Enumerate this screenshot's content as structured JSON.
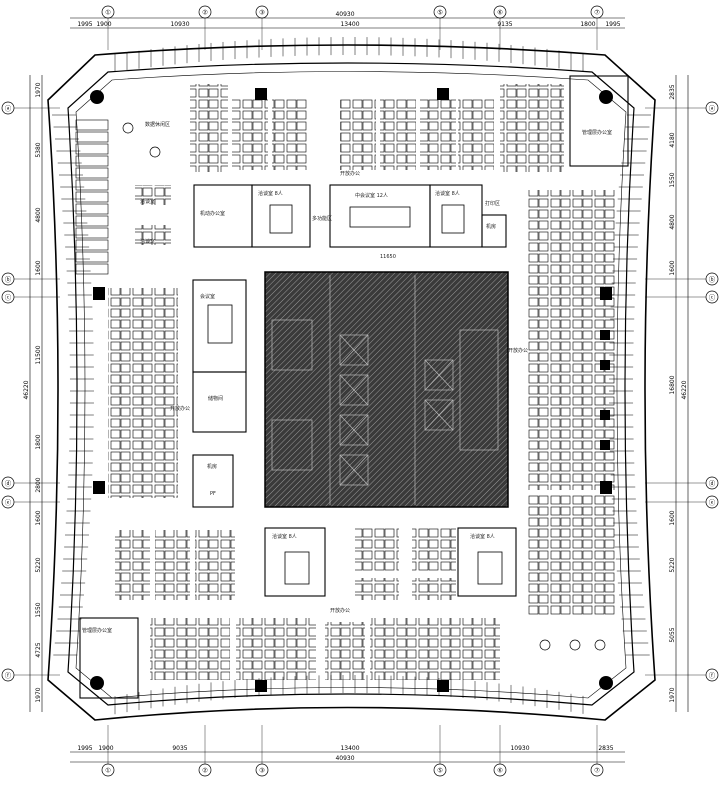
{
  "axes": {
    "top": [
      "①",
      "②",
      "③",
      "⑤",
      "⑥",
      "⑦"
    ],
    "bottom": [
      "①",
      "②",
      "③",
      "⑤",
      "⑥",
      "⑦"
    ],
    "left": [
      "ⓐ",
      "ⓑ",
      "ⓒ",
      "ⓓ",
      "ⓔ",
      "ⓕ"
    ],
    "right": [
      "ⓐ",
      "ⓑ",
      "ⓒ",
      "ⓓ",
      "ⓔ",
      "ⓕ"
    ]
  },
  "dimensions": {
    "top_total": "40930",
    "top_parts": [
      "1995",
      "1900",
      "10930",
      "13400",
      "9135",
      "1800",
      "1995"
    ],
    "bottom_total": "40930",
    "bottom_parts": [
      "1995",
      "1900",
      "9035",
      "13400",
      "10930",
      "2835"
    ],
    "left_total": "46220",
    "left_parts": [
      "1970",
      "5380",
      "4800",
      "1600",
      "11500",
      "1800",
      "2800",
      "1600",
      "5220",
      "1550",
      "4725",
      "1970"
    ],
    "right_total": "46220",
    "right_parts": [
      "2835",
      "4180",
      "1550",
      "4800",
      "1600",
      "16800",
      "1600",
      "5220",
      "5055",
      "1970"
    ]
  },
  "room_labels": {
    "pantry": "数据休闲区",
    "meeting_left": "洽谈室",
    "meeting_left2": "洽谈室",
    "office_room": "机动办公室",
    "meeting_small": "洽谈室 8人",
    "multi_func": "多功能区",
    "meeting_mid": "中会议室 12人",
    "meeting_right": "洽谈室 8人",
    "print_area": "打印区",
    "server": "机房",
    "open_office_top": "开放办公",
    "manager_tr": "管理层办公室",
    "manager_bl": "管理层办公室",
    "meeting_w": "会议室",
    "storage": "储物间",
    "open_office_left": "开放办公",
    "server_room": "机房",
    "open_office_right": "开放办公",
    "meeting_bc": "洽谈室 8人",
    "meeting_br": "洽谈室 8人",
    "open_office_bottom": "开放办公",
    "core_pf": "PF",
    "corridor_dim": "11650"
  },
  "colors": {
    "line": "#000000",
    "core_fill": "#3a3a3a",
    "hatch": "#8a8a8a",
    "paper": "#ffffff"
  }
}
